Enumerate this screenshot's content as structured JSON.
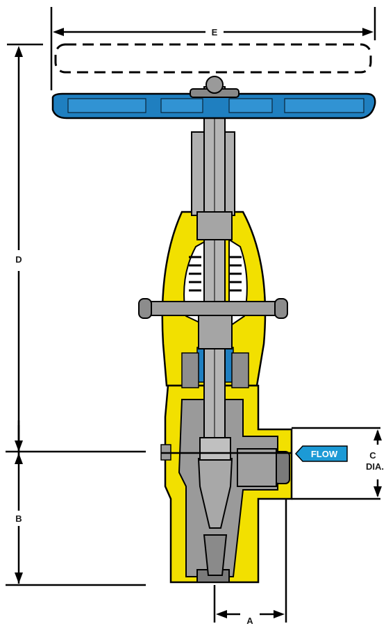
{
  "labels": {
    "E": "E",
    "D": "D",
    "B": "B",
    "C": "C",
    "C_sub": "DIA.",
    "A": "A",
    "flow": "FLOW"
  },
  "colors": {
    "body_yellow": "#f2e000",
    "handwheel_blue": "#1f7fc0",
    "steel_gray": "#a9a9a9",
    "dark_gray": "#6e6e6e",
    "flow_tag": "#1c9ad6",
    "line": "#000000"
  }
}
